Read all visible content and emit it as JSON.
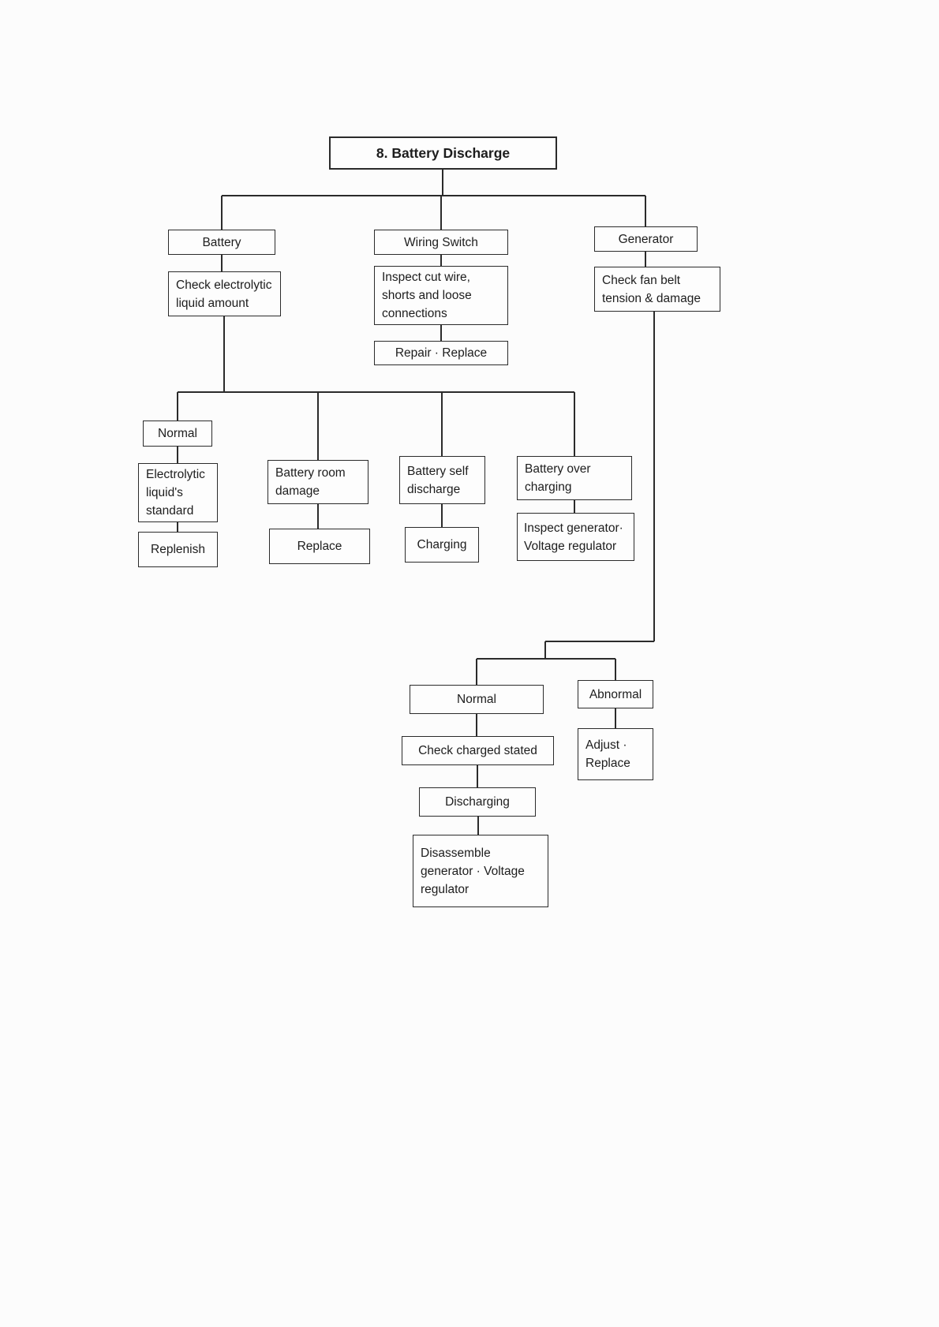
{
  "diagram": {
    "title": "8. Battery Discharge",
    "branches": {
      "battery": {
        "label": "Battery",
        "check": "Check electrolytic\nliquid amount"
      },
      "wiring_switch": {
        "label": "Wiring Switch",
        "inspect": "Inspect cut wire,\nshorts and loose\nconnections",
        "action": "Repair · Replace"
      },
      "generator": {
        "label": "Generator",
        "check": "Check fan belt\ntension & damage"
      }
    },
    "battery_results": {
      "normal": {
        "label": "Normal",
        "detail": "Electrolytic\nliquid's\nstandard",
        "action": "Replenish"
      },
      "room_damage": {
        "label": "Battery room\ndamage",
        "action": "Replace"
      },
      "self_discharge": {
        "label": "Battery self\ndischarge",
        "action": "Charging"
      },
      "over_charging": {
        "label": "Battery over\ncharging",
        "action": "Inspect generator·\nVoltage regulator"
      }
    },
    "generator_results": {
      "normal": {
        "label": "Normal",
        "check": "Check charged stated",
        "state": "Discharging",
        "action": "Disassemble\ngenerator · Voltage\nregulator"
      },
      "abnormal": {
        "label": "Abnormal",
        "action": "Adjust ·\nReplace"
      }
    }
  }
}
